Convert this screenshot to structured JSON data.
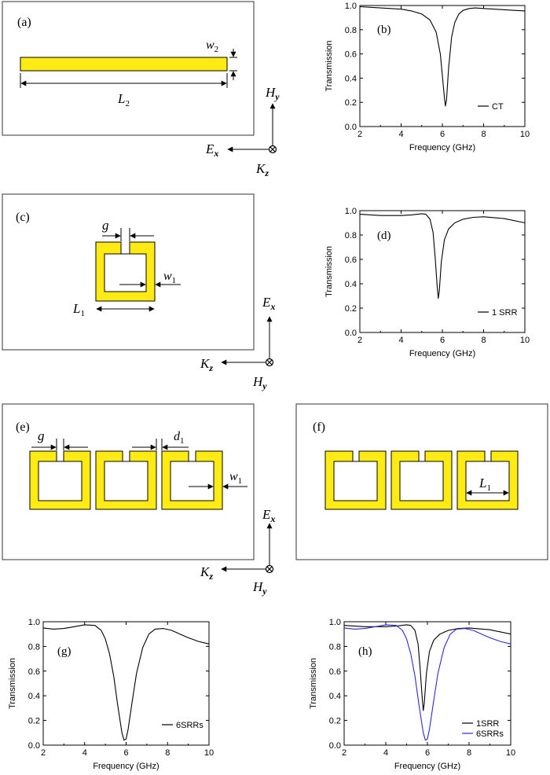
{
  "colors": {
    "metal": "#ffeb14",
    "outline": "#000000",
    "black_series": "#000000",
    "blue_series": "#2a2ad6"
  },
  "panels": {
    "a": {
      "label": "(a)",
      "dim_w": "w",
      "dim_w_sub": "2",
      "dim_l": "L",
      "dim_l_sub": "2"
    },
    "c": {
      "label": "(c)",
      "dim_g": "g",
      "dim_w": "w",
      "dim_w_sub": "1",
      "dim_l": "L",
      "dim_l_sub": "1"
    },
    "e": {
      "label": "(e)",
      "dim_g": "g",
      "dim_d": "d",
      "dim_d_sub": "1",
      "dim_w": "w",
      "dim_w_sub": "1"
    },
    "f": {
      "label": "(f)",
      "dim_l": "L",
      "dim_l_sub": "1"
    }
  },
  "axes_sets": [
    {
      "id": "ab",
      "vertical": "H",
      "vertical_sub": "y",
      "horizontal": "E",
      "horizontal_sub": "x",
      "into": "K",
      "into_sub": "z"
    },
    {
      "id": "cd",
      "vertical": "E",
      "vertical_sub": "x",
      "horizontal": "K",
      "horizontal_sub": "z",
      "into": "H",
      "into_sub": "y"
    },
    {
      "id": "ef",
      "vertical": "E",
      "vertical_sub": "x",
      "horizontal": "K",
      "horizontal_sub": "z",
      "into": "H",
      "into_sub": "y"
    }
  ],
  "chart_data": [
    {
      "id": "b",
      "panel_label": "(b)",
      "type": "line",
      "xlabel": "Frequency (GHz)",
      "ylabel": "Transmission",
      "xlim": [
        2,
        10
      ],
      "ylim": [
        0,
        1.0
      ],
      "xticks": [
        "2",
        "4",
        "6",
        "8",
        "10"
      ],
      "yticks": [
        "0.0",
        "0.2",
        "0.4",
        "0.6",
        "0.8",
        "1.0"
      ],
      "legend_position": "bottom-right",
      "series": [
        {
          "name": "CT",
          "color": "#000000",
          "x": [
            2,
            3,
            4,
            4.5,
            5,
            5.4,
            5.7,
            5.9,
            6.0,
            6.1,
            6.15,
            6.2,
            6.3,
            6.45,
            6.6,
            6.8,
            7.0,
            7.3,
            7.6,
            8,
            9,
            10
          ],
          "y": [
            0.99,
            0.98,
            0.97,
            0.955,
            0.93,
            0.88,
            0.78,
            0.6,
            0.42,
            0.24,
            0.17,
            0.22,
            0.48,
            0.74,
            0.86,
            0.93,
            0.96,
            0.975,
            0.98,
            0.975,
            0.965,
            0.955
          ]
        }
      ]
    },
    {
      "id": "d",
      "panel_label": "(d)",
      "type": "line",
      "xlabel": "Frequency (GHz)",
      "ylabel": "Transmission",
      "xlim": [
        2,
        10
      ],
      "ylim": [
        0,
        1.0
      ],
      "xticks": [
        "2",
        "4",
        "6",
        "8",
        "10"
      ],
      "yticks": [
        "0.0",
        "0.2",
        "0.4",
        "0.6",
        "0.8",
        "1.0"
      ],
      "legend_position": "bottom-right",
      "series": [
        {
          "name": "1 SRR",
          "color": "#000000",
          "x": [
            2,
            3,
            4,
            4.5,
            5,
            5.2,
            5.4,
            5.55,
            5.65,
            5.75,
            5.8,
            5.85,
            5.95,
            6.1,
            6.3,
            6.6,
            7,
            7.5,
            8,
            9,
            10
          ],
          "y": [
            0.97,
            0.96,
            0.96,
            0.965,
            0.975,
            0.97,
            0.93,
            0.82,
            0.62,
            0.38,
            0.28,
            0.34,
            0.58,
            0.76,
            0.85,
            0.9,
            0.93,
            0.945,
            0.95,
            0.935,
            0.9
          ]
        }
      ]
    },
    {
      "id": "g",
      "panel_label": "(g)",
      "type": "line",
      "xlabel": "Frequency (GHz)",
      "ylabel": "Transmission",
      "xlim": [
        2,
        10
      ],
      "ylim": [
        0,
        1.0
      ],
      "xticks": [
        "2",
        "4",
        "6",
        "8",
        "10"
      ],
      "yticks": [
        "0.0",
        "0.2",
        "0.4",
        "0.6",
        "0.8",
        "1.0"
      ],
      "legend_position": "bottom-right",
      "series": [
        {
          "name": "6SRRs",
          "color": "#000000",
          "x": [
            2,
            2.5,
            3,
            3.5,
            4,
            4.5,
            4.8,
            5.0,
            5.2,
            5.4,
            5.6,
            5.8,
            5.9,
            6.0,
            6.1,
            6.3,
            6.5,
            6.8,
            7.1,
            7.4,
            7.8,
            8.2,
            8.6,
            9,
            9.5,
            10
          ],
          "y": [
            0.95,
            0.94,
            0.945,
            0.96,
            0.975,
            0.97,
            0.93,
            0.86,
            0.74,
            0.56,
            0.32,
            0.1,
            0.04,
            0.05,
            0.13,
            0.36,
            0.58,
            0.79,
            0.9,
            0.94,
            0.945,
            0.93,
            0.9,
            0.87,
            0.84,
            0.82
          ]
        }
      ]
    },
    {
      "id": "h",
      "panel_label": "(h)",
      "type": "line",
      "xlabel": "Frequency (GHz)",
      "ylabel": "Transmission",
      "xlim": [
        2,
        10
      ],
      "ylim": [
        0,
        1.0
      ],
      "xticks": [
        "2",
        "4",
        "6",
        "8",
        "10"
      ],
      "yticks": [
        "0.0",
        "0.2",
        "0.4",
        "0.6",
        "0.8",
        "1.0"
      ],
      "legend_position": "bottom-right",
      "series": [
        {
          "name": "1SRR",
          "color": "#000000",
          "x": [
            2,
            3,
            4,
            4.5,
            5,
            5.2,
            5.4,
            5.55,
            5.65,
            5.75,
            5.8,
            5.85,
            5.95,
            6.1,
            6.3,
            6.6,
            7,
            7.5,
            8,
            9,
            10
          ],
          "y": [
            0.97,
            0.96,
            0.96,
            0.965,
            0.975,
            0.97,
            0.93,
            0.82,
            0.62,
            0.38,
            0.28,
            0.34,
            0.58,
            0.76,
            0.85,
            0.9,
            0.93,
            0.945,
            0.95,
            0.935,
            0.9
          ]
        },
        {
          "name": "6SRRs",
          "color": "#2a2ad6",
          "x": [
            2,
            2.5,
            3,
            3.5,
            4,
            4.5,
            4.8,
            5.0,
            5.2,
            5.4,
            5.6,
            5.8,
            5.9,
            6.0,
            6.1,
            6.3,
            6.5,
            6.8,
            7.1,
            7.4,
            7.8,
            8.2,
            8.6,
            9,
            9.5,
            10
          ],
          "y": [
            0.95,
            0.94,
            0.945,
            0.96,
            0.975,
            0.97,
            0.93,
            0.86,
            0.74,
            0.56,
            0.32,
            0.1,
            0.04,
            0.05,
            0.13,
            0.36,
            0.58,
            0.79,
            0.9,
            0.94,
            0.945,
            0.93,
            0.9,
            0.87,
            0.84,
            0.82
          ]
        }
      ]
    }
  ]
}
